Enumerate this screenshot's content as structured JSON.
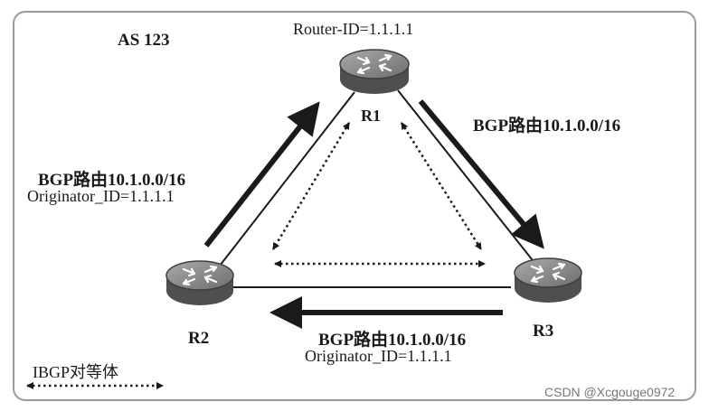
{
  "as_label": "AS 123",
  "routers": {
    "r1": {
      "name": "R1",
      "router_id": "Router-ID=1.1.1.1"
    },
    "r2": {
      "name": "R2"
    },
    "r3": {
      "name": "R3"
    }
  },
  "advertisements": {
    "r1_to_r3": {
      "route": "BGP路由10.1.0.0/16"
    },
    "r2_to_r1": {
      "route": "BGP路由10.1.0.0/16",
      "originator": "Originator_ID=1.1.1.1"
    },
    "r3_to_r2": {
      "route": "BGP路由10.1.0.0/16",
      "originator": "Originator_ID=1.1.1.1"
    }
  },
  "legend": {
    "label": "IBGP对等体"
  },
  "watermark": "CSDN @Xcgouge0972",
  "colors": {
    "router_body": "#5f5f5f",
    "router_top": "#8c8c8c",
    "line": "#1a1a1a",
    "frame": "#9a9a9a"
  }
}
